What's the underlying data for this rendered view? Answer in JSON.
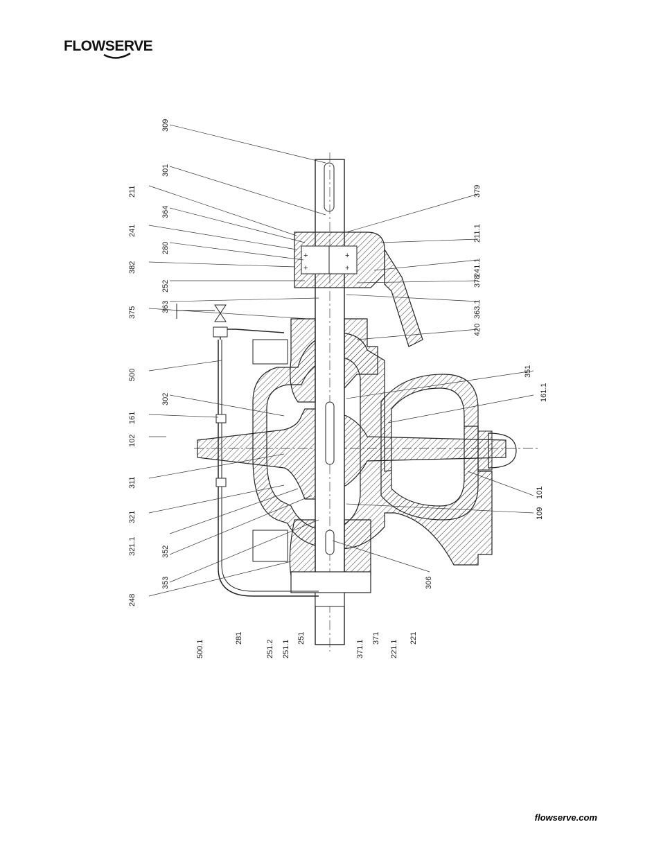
{
  "header": {
    "logo_text": "FLOWSERVE"
  },
  "drawing": {
    "labels_left": [
      "309",
      "301",
      "211",
      "364",
      "241",
      "280",
      "382",
      "252",
      "363",
      "375",
      "500",
      "302",
      "161",
      "102",
      "311",
      "321",
      "321.1",
      "352",
      "353",
      "248",
      "500.1",
      "281",
      "251.2",
      "251.1",
      "251",
      "371.1",
      "371",
      "221.1",
      "221"
    ],
    "labels_right": [
      "379",
      "211.1",
      "241.1",
      "378",
      "363.1",
      "420",
      "351",
      "161.1",
      "101",
      "109",
      "306"
    ]
  },
  "footer": {
    "url": "flowserve.com"
  }
}
